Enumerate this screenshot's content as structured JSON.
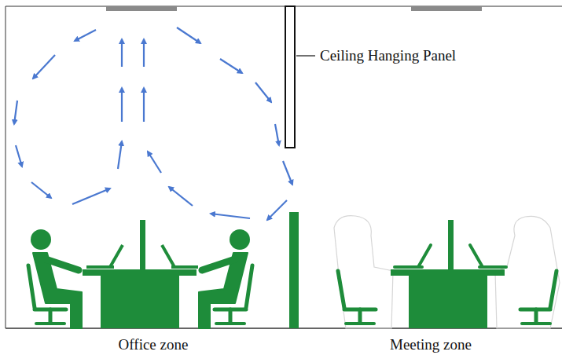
{
  "diagram": {
    "labels": [
      "Ceiling Hanging Panel",
      "Office zone",
      "Meeting zone"
    ]
  }
}
